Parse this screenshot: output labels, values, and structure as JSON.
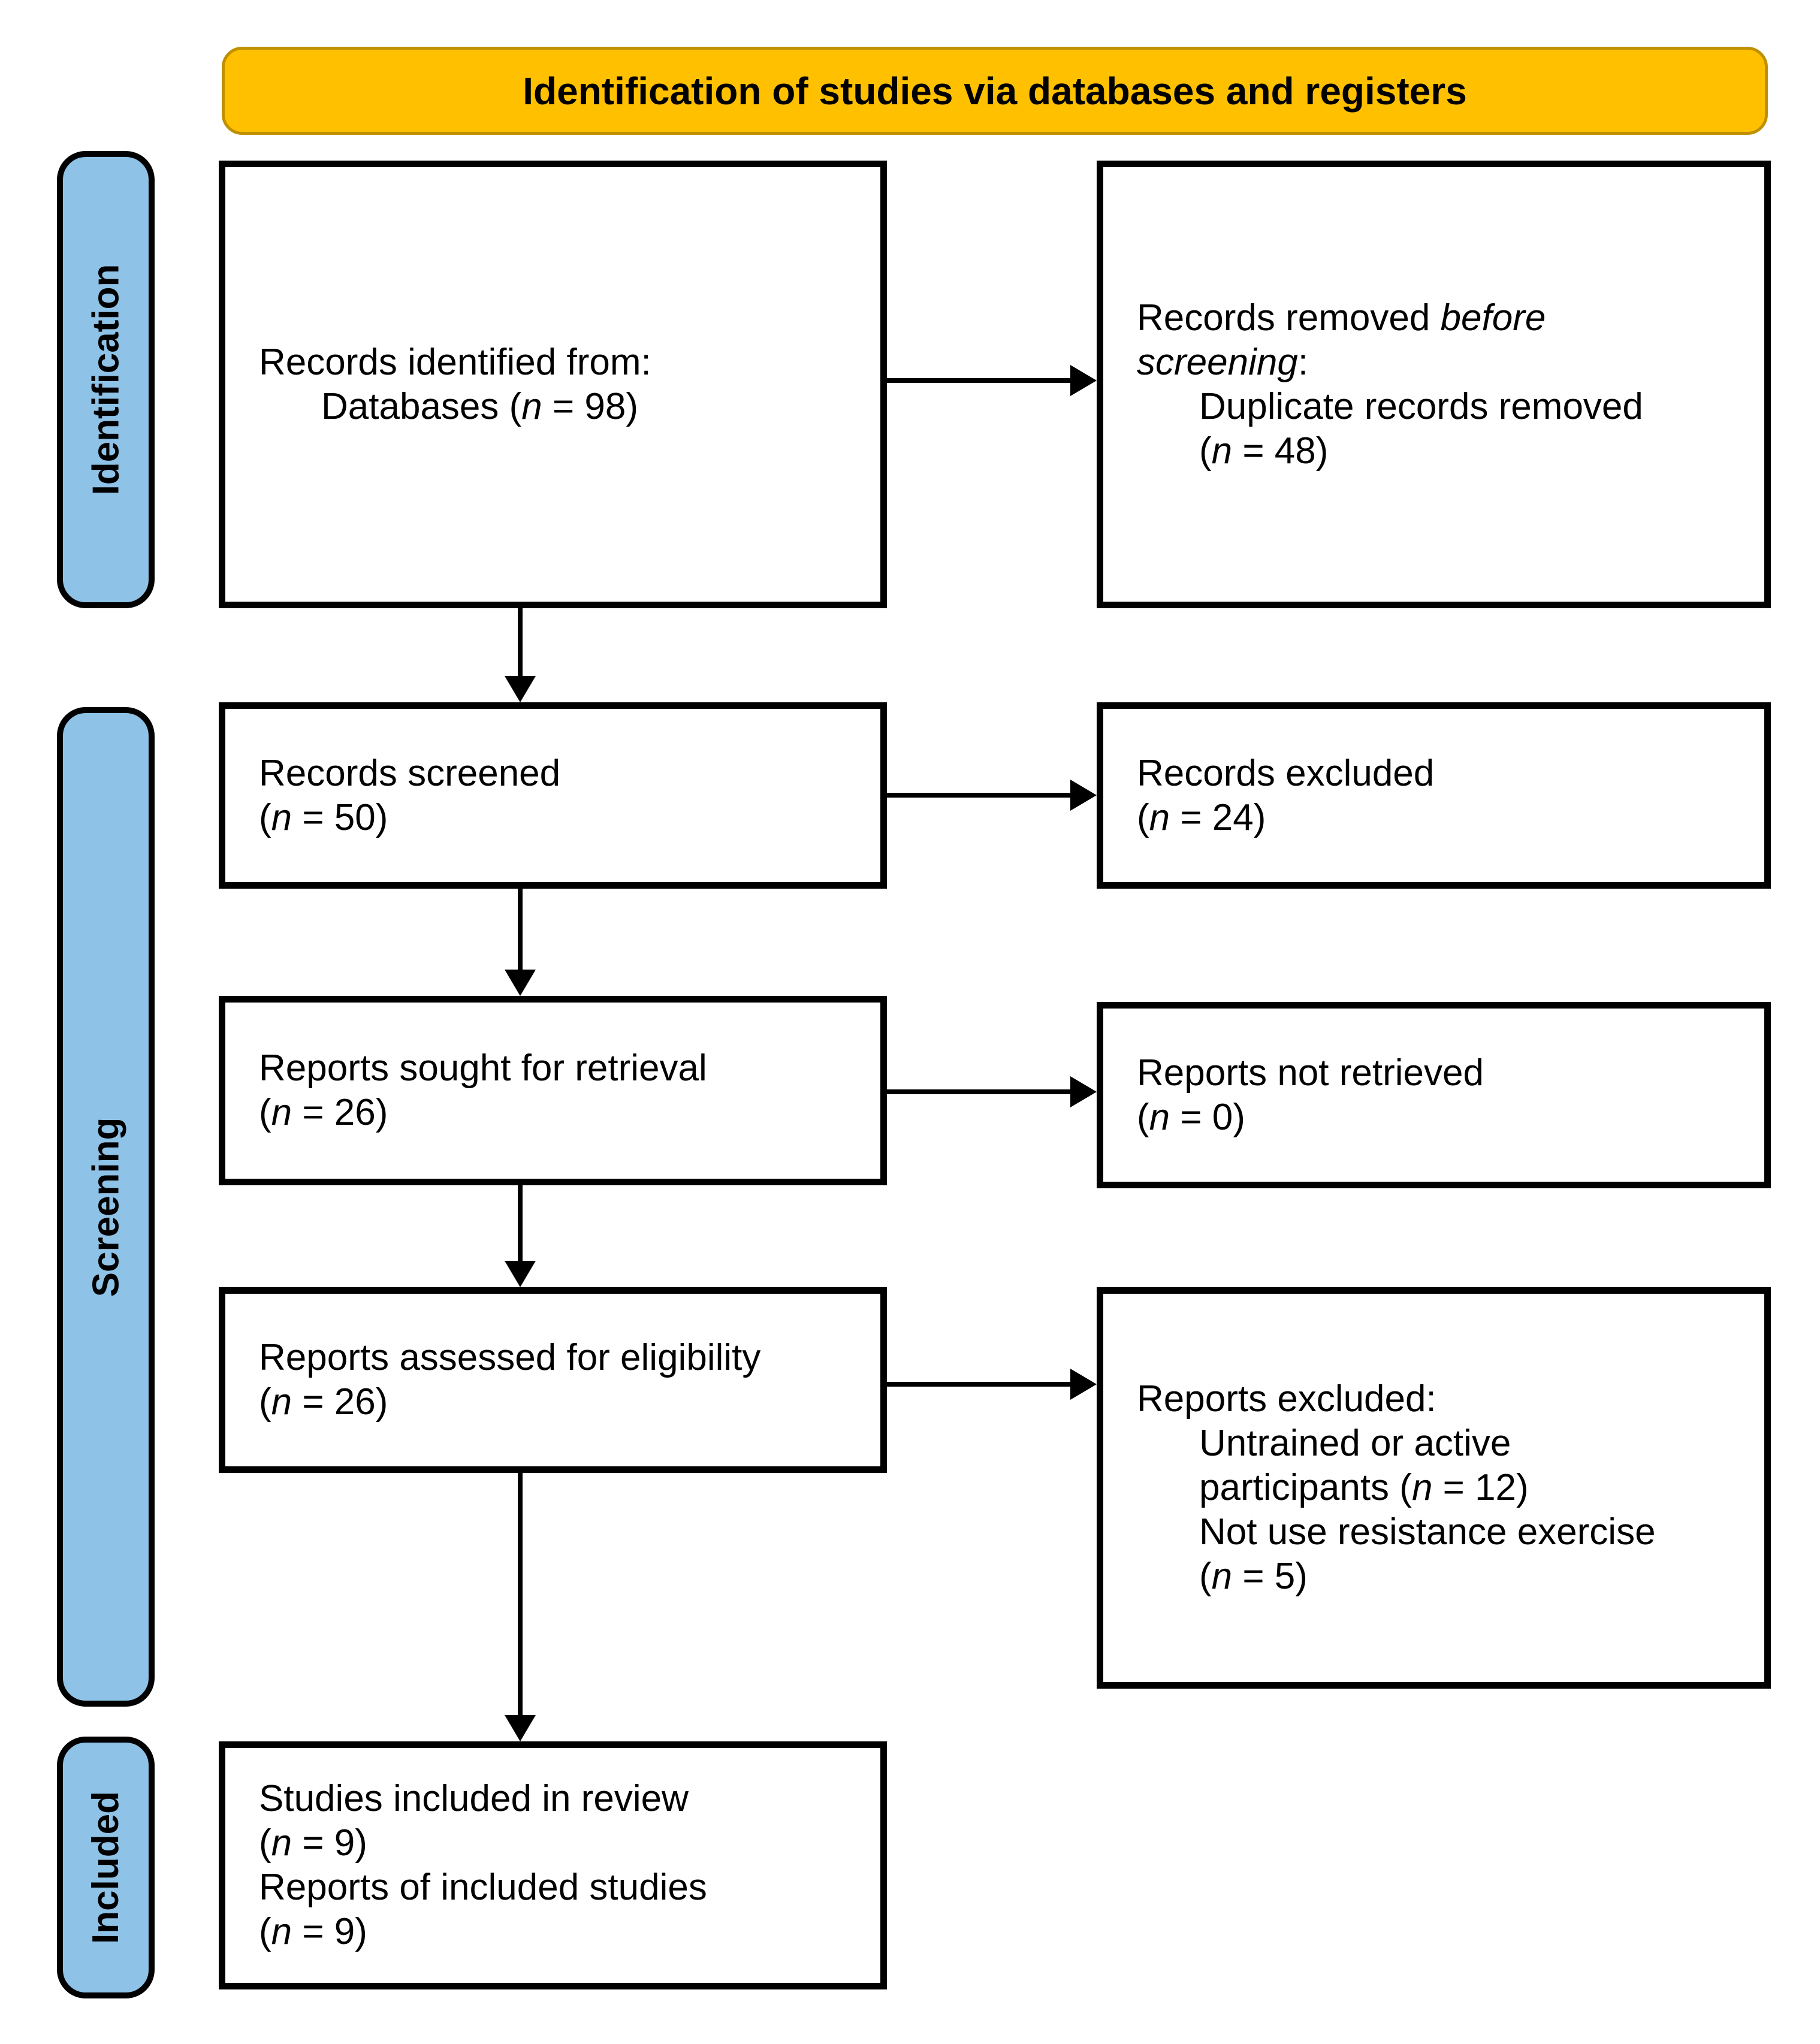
{
  "banner": {
    "title": "Identification of studies via databases and registers",
    "bg_color": "#FFC000",
    "border_color": "#BF9000"
  },
  "rails": {
    "fill_color": "#8EC2E6",
    "items": [
      {
        "id": "identification",
        "label": "Identification"
      },
      {
        "id": "screening",
        "label": "Screening"
      },
      {
        "id": "included",
        "label": "Included"
      }
    ]
  },
  "boxes": {
    "records_identified": {
      "lines": [
        {
          "indent": 0,
          "segs": [
            {
              "t": "Records identified from:"
            }
          ]
        },
        {
          "indent": 1,
          "segs": [
            {
              "t": "Databases ("
            },
            {
              "t": "n",
              "i": true
            },
            {
              "t": " = 98)"
            }
          ]
        }
      ]
    },
    "records_removed": {
      "lines": [
        {
          "indent": 0,
          "segs": [
            {
              "t": "Records removed "
            },
            {
              "t": "before",
              "i": true
            }
          ]
        },
        {
          "indent": 0,
          "segs": [
            {
              "t": "screening",
              "i": true
            },
            {
              "t": ":"
            }
          ]
        },
        {
          "indent": 1,
          "segs": [
            {
              "t": "Duplicate records removed"
            }
          ]
        },
        {
          "indent": 1,
          "segs": [
            {
              "t": "("
            },
            {
              "t": "n",
              "i": true
            },
            {
              "t": " = 48)"
            }
          ]
        }
      ]
    },
    "records_screened": {
      "lines": [
        {
          "indent": 0,
          "segs": [
            {
              "t": "Records screened"
            }
          ]
        },
        {
          "indent": 0,
          "segs": [
            {
              "t": "("
            },
            {
              "t": "n",
              "i": true
            },
            {
              "t": " = 50)"
            }
          ]
        }
      ]
    },
    "records_excluded": {
      "lines": [
        {
          "indent": 0,
          "segs": [
            {
              "t": "Records excluded"
            }
          ]
        },
        {
          "indent": 0,
          "segs": [
            {
              "t": "("
            },
            {
              "t": "n",
              "i": true
            },
            {
              "t": " = 24)"
            }
          ]
        }
      ]
    },
    "reports_sought": {
      "lines": [
        {
          "indent": 0,
          "segs": [
            {
              "t": "Reports sought for retrieval"
            }
          ]
        },
        {
          "indent": 0,
          "segs": [
            {
              "t": "("
            },
            {
              "t": "n",
              "i": true
            },
            {
              "t": " = 26)"
            }
          ]
        }
      ]
    },
    "reports_not_retrieved": {
      "lines": [
        {
          "indent": 0,
          "segs": [
            {
              "t": "Reports not retrieved"
            }
          ]
        },
        {
          "indent": 0,
          "segs": [
            {
              "t": "("
            },
            {
              "t": "n",
              "i": true
            },
            {
              "t": " = 0)"
            }
          ]
        }
      ]
    },
    "reports_assessed": {
      "lines": [
        {
          "indent": 0,
          "segs": [
            {
              "t": "Reports assessed for eligibility"
            }
          ]
        },
        {
          "indent": 0,
          "segs": [
            {
              "t": "("
            },
            {
              "t": "n",
              "i": true
            },
            {
              "t": " = 26)"
            }
          ]
        }
      ]
    },
    "reports_excluded": {
      "lines": [
        {
          "indent": 0,
          "segs": [
            {
              "t": "Reports excluded:"
            }
          ]
        },
        {
          "indent": 1,
          "segs": [
            {
              "t": "Untrained or active"
            }
          ]
        },
        {
          "indent": 1,
          "segs": [
            {
              "t": "participants ("
            },
            {
              "t": "n",
              "i": true
            },
            {
              "t": " = 12)"
            }
          ]
        },
        {
          "indent": 1,
          "segs": [
            {
              "t": "Not use resistance exercise"
            }
          ]
        },
        {
          "indent": 1,
          "segs": [
            {
              "t": "("
            },
            {
              "t": "n",
              "i": true
            },
            {
              "t": " = 5)"
            }
          ]
        }
      ]
    },
    "studies_included": {
      "lines": [
        {
          "indent": 0,
          "segs": [
            {
              "t": "Studies included in review"
            }
          ]
        },
        {
          "indent": 0,
          "segs": [
            {
              "t": "("
            },
            {
              "t": "n",
              "i": true
            },
            {
              "t": " = 9)"
            }
          ]
        },
        {
          "indent": 0,
          "segs": [
            {
              "t": "Reports of included studies"
            }
          ]
        },
        {
          "indent": 0,
          "segs": [
            {
              "t": "("
            },
            {
              "t": "n",
              "i": true
            },
            {
              "t": " = 9)"
            }
          ]
        }
      ]
    }
  }
}
